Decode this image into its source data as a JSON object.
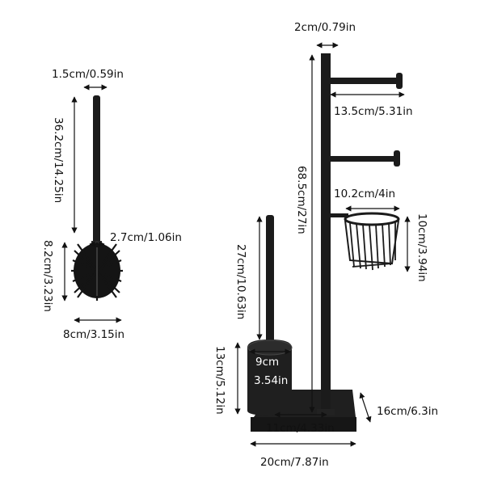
{
  "colors": {
    "background": "#ffffff",
    "product": "#1b1b1b",
    "dimension_lines": "#111111"
  },
  "icons": [
    "toilet-brush-icon",
    "bathroom-stand-icon",
    "brush-holder-icon",
    "paper-basket-icon"
  ],
  "dimensions": {
    "brush_handle_diameter": "1.5cm/0.59in",
    "brush_total_height": "36.2cm/14.25in",
    "brush_head_height": "8.2cm/3.23in",
    "brush_neck": "2.7cm/1.06in",
    "brush_head_width": "8cm/3.15in",
    "pole_diameter": "2cm/0.79in",
    "arm_length": "13.5cm/5.31in",
    "stand_height": "68.5cm/27in",
    "basket_width": "10.2cm/4in",
    "basket_height": "10cm/3.94in",
    "brush_in_holder_height": "27cm/10.63in",
    "holder_height": "13cm/5.12in",
    "holder_diameter_cm": "9cm",
    "holder_diameter_in": "3.54in",
    "base_depth_left": "11cm/4.33in",
    "base_depth": "16cm/6.3in",
    "base_width": "20cm/7.87in"
  }
}
